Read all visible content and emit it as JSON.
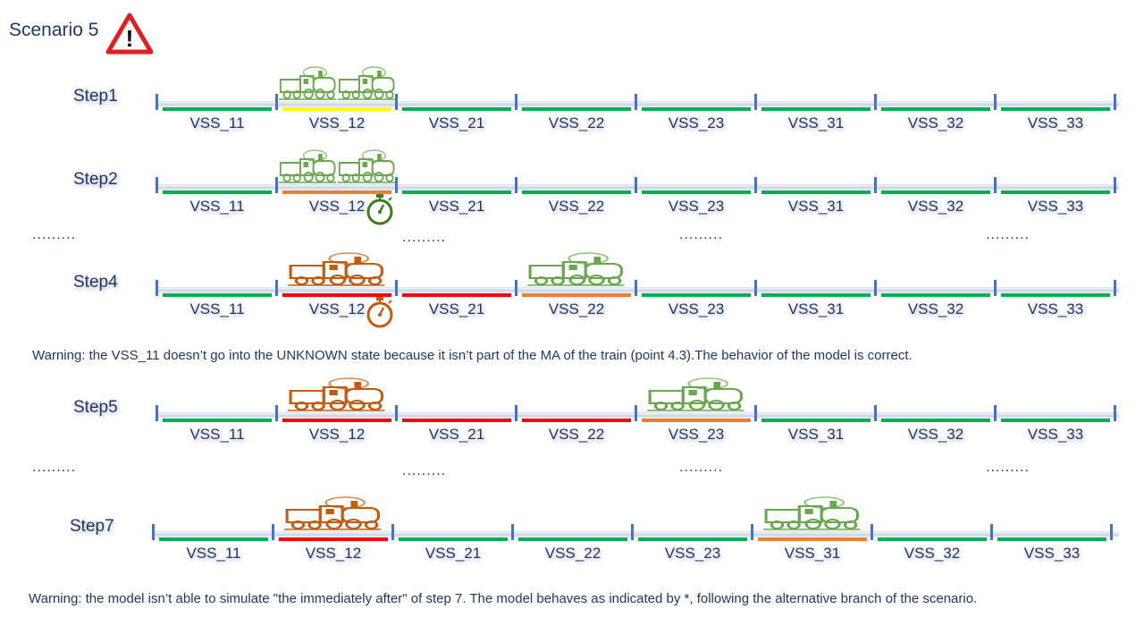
{
  "title": "Scenario 5",
  "colors": {
    "free": "#00b050",
    "occupied": "#ff0000",
    "ambiguous": "#f08030",
    "unknown": "#ffff00",
    "green_train": "#6aa84f",
    "orange_train": "#c55a11",
    "track_tick": "#4472c4"
  },
  "vss": [
    "VSS_11",
    "VSS_12",
    "VSS_21",
    "VSS_22",
    "VSS_23",
    "VSS_31",
    "VSS_32",
    "VSS_33"
  ],
  "steps": [
    {
      "label": "Step1",
      "states": [
        "free",
        "unknown",
        "free",
        "free",
        "free",
        "free",
        "free",
        "free"
      ],
      "trains": [
        {
          "color": "green",
          "vss": 1,
          "count": 2
        }
      ]
    },
    {
      "label": "Step2",
      "states": [
        "free",
        "ambiguous",
        "free",
        "free",
        "free",
        "free",
        "free",
        "free"
      ],
      "trains": [
        {
          "color": "green",
          "vss": 1,
          "count": 2
        }
      ],
      "timer": {
        "vss": 1,
        "color": "green"
      }
    },
    {
      "label": "Step4",
      "states": [
        "free",
        "occupied",
        "occupied",
        "ambiguous",
        "free",
        "free",
        "free",
        "free"
      ],
      "trains": [
        {
          "color": "orange",
          "vss": 1,
          "count": 1
        },
        {
          "color": "green",
          "vss": 3,
          "count": 1
        }
      ],
      "timer": {
        "vss": 1,
        "color": "orange"
      }
    },
    {
      "label": "Step5",
      "states": [
        "free",
        "occupied",
        "occupied",
        "occupied",
        "ambiguous",
        "free",
        "free",
        "free"
      ],
      "trains": [
        {
          "color": "orange",
          "vss": 1,
          "count": 1
        },
        {
          "color": "green",
          "vss": 4,
          "count": 1
        }
      ]
    },
    {
      "label": "Step7",
      "states": [
        "free",
        "occupied",
        "free",
        "free",
        "free",
        "ambiguous",
        "free",
        "free"
      ],
      "trains": [
        {
          "color": "orange",
          "vss": 1,
          "count": 1
        },
        {
          "color": "green",
          "vss": 5,
          "count": 1
        }
      ]
    }
  ],
  "ellipsis": ".........",
  "warnings": [
    "Warning: the VSS_11 doesn’t  go into the UNKNOWN state because it isn’t part of the MA of the train (point 4.3).The behavior of the model is correct.",
    "Warning: the model isn’t able to simulate \"the immediately after\" of step 7. The model behaves as indicated by *, following the alternative branch of the scenario."
  ]
}
